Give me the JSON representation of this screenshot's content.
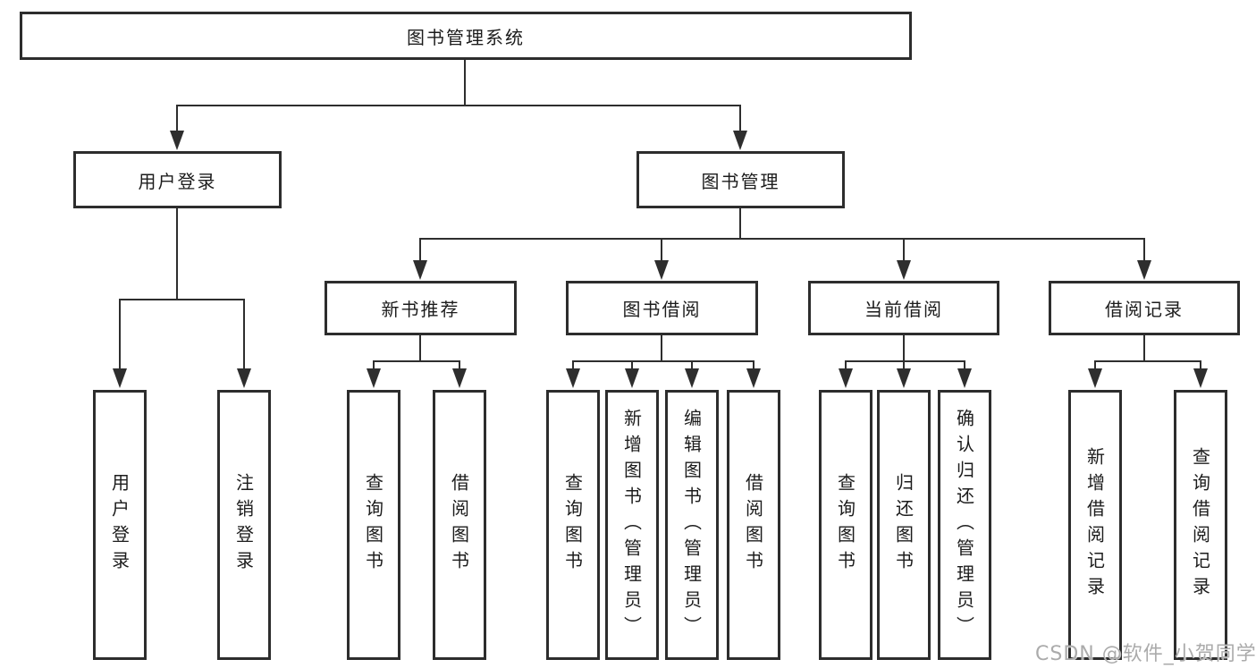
{
  "tree": {
    "root": {
      "label": "图书管理系统",
      "children": [
        {
          "label": "用户登录",
          "children": [
            {
              "label": "用户登录"
            },
            {
              "label": "注销登录"
            }
          ]
        },
        {
          "label": "图书管理",
          "children": [
            {
              "label": "新书推荐",
              "children": [
                {
                  "label": "查询图书"
                },
                {
                  "label": "借阅图书"
                }
              ]
            },
            {
              "label": "图书借阅",
              "children": [
                {
                  "label": "查询图书"
                },
                {
                  "label": "新增图书（管理员）"
                },
                {
                  "label": "编辑图书（管理员）"
                },
                {
                  "label": "借阅图书"
                }
              ]
            },
            {
              "label": "当前借阅",
              "children": [
                {
                  "label": "查询图书"
                },
                {
                  "label": "归还图书"
                },
                {
                  "label": "确认归还（管理员）"
                }
              ]
            },
            {
              "label": "借阅记录",
              "children": [
                {
                  "label": "新增借阅记录"
                },
                {
                  "label": "查询借阅记录"
                }
              ]
            }
          ]
        }
      ]
    }
  },
  "watermark": "CSDN @软件_小贺同学",
  "colors": {
    "box_border": "#2d2d2d",
    "connector": "#2e2e2e",
    "text": "#1c1c1c",
    "watermark_text": "#ababab",
    "background": "#ffffff"
  }
}
